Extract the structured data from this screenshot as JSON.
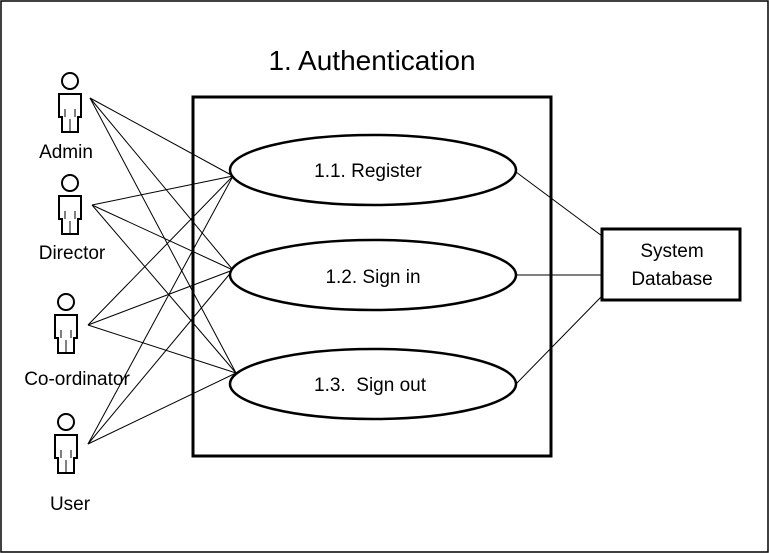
{
  "title": "1. Authentication",
  "actors": [
    {
      "id": "admin",
      "label": "Admin"
    },
    {
      "id": "director",
      "label": "Director"
    },
    {
      "id": "coordinator",
      "label": "Co-ordinator"
    },
    {
      "id": "user",
      "label": "User"
    }
  ],
  "use_cases": [
    {
      "id": "register",
      "label": "1.1. Register"
    },
    {
      "id": "signin",
      "label": "1.2. Sign in"
    },
    {
      "id": "signout",
      "label": "1.3.  Sign out"
    }
  ],
  "system": {
    "line1": "System",
    "line2": "Database"
  }
}
